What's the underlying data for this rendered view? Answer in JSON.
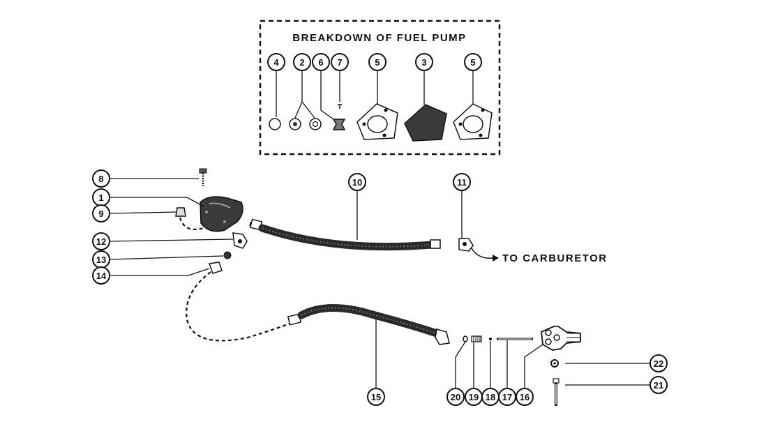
{
  "inset": {
    "title": "BREAKDOWN OF FUEL PUMP"
  },
  "destination_label": "TO CARBURETOR",
  "callouts": {
    "c1": "1",
    "c2": "2",
    "c3": "3",
    "c4": "4",
    "c5a": "5",
    "c5b": "5",
    "c6": "6",
    "c7": "7",
    "c8": "8",
    "c9": "9",
    "c10": "10",
    "c11": "11",
    "c12": "12",
    "c13": "13",
    "c14": "14",
    "c15": "15",
    "c16": "16",
    "c17": "17",
    "c18": "18",
    "c19": "19",
    "c20": "20",
    "c21": "21",
    "c22": "22"
  },
  "colors": {
    "ink": "#111111",
    "paper": "#ffffff",
    "part_fill": "#3a3a3a"
  }
}
